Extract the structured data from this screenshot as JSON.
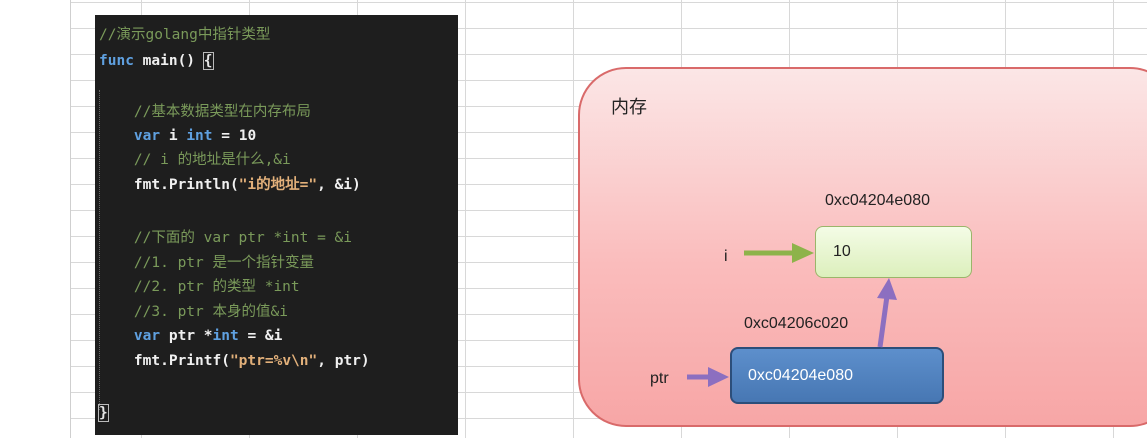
{
  "code": {
    "lines": [
      "//演示golang中指针类型",
      "func main() {",
      "",
      "    //基本数据类型在内存布局",
      "    var i int = 10",
      "    // i 的地址是什么,&i",
      "    fmt.Println(\"i的地址=\", &i)",
      "",
      "    //下面的 var ptr *int = &i",
      "    //1. ptr 是一个指针变量",
      "    //2. ptr 的类型 *int",
      "    //3. ptr 本身的值&i",
      "    var ptr *int = &i",
      "    fmt.Printf(\"ptr=%v\\n\", ptr)",
      "",
      "}"
    ]
  },
  "diagram": {
    "memory_label": "内存",
    "i_address": "0xc04204e080",
    "i_label": "i",
    "i_value": "10",
    "ptr_address": "0xc04206c020",
    "ptr_label": "ptr",
    "ptr_value": "0xc04204e080",
    "colors": {
      "memory_fill": "#f9b4b4",
      "i_box": "#e6f5cc",
      "ptr_box": "#4f81bd",
      "green_arrow": "#8db34a",
      "purple_arrow": "#8c6fc0"
    }
  }
}
